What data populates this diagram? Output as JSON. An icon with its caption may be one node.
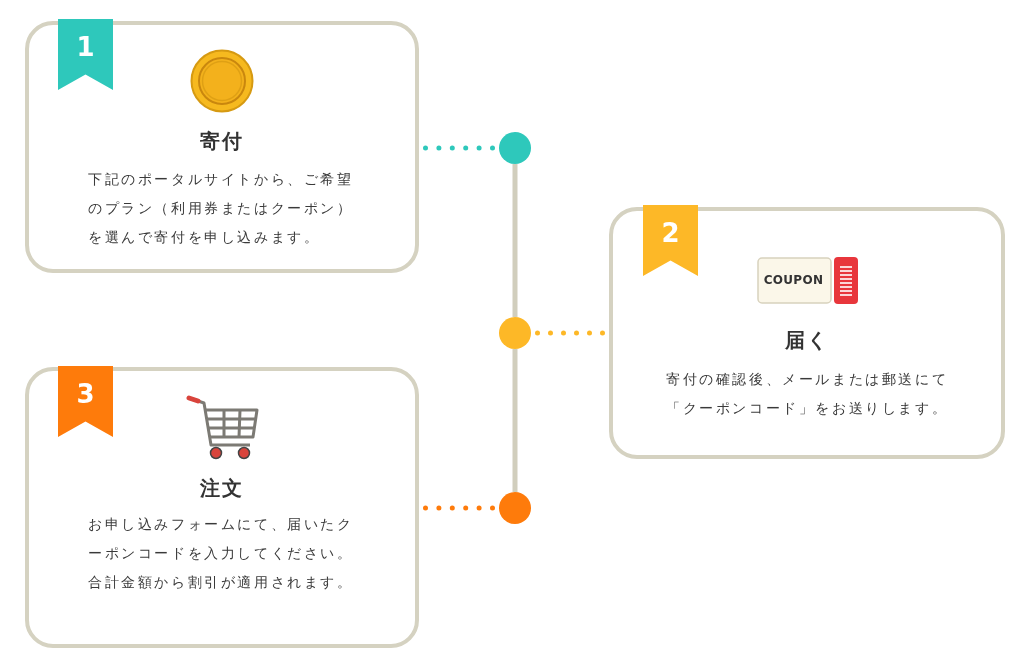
{
  "diagram": {
    "nodes": [
      {
        "text": [
          "寄付",
          "下記のポータルサイトから、ご希望のプラン（利用券またはクーポン）を選んで寄付を申し込みます。"
        ]
      },
      {
        "text": [
          "1"
        ],
        "in": 0
      },
      {
        "text": [
          "届く",
          "寄付の確認後、メールまたは郵送にて「クーポンコード」をお送りします。"
        ]
      },
      {
        "text": [
          "2"
        ],
        "in": 2
      },
      {
        "text": [
          "COUPON"
        ],
        "in": 2
      },
      {
        "text": [
          "注文",
          "お申し込みフォームにて、届いたクーポンコードを入力してください。合計金額から割引が適用されます。"
        ]
      },
      {
        "text": [
          "3"
        ],
        "in": 5
      },
      {
        "text": [],
        "shape": "circle"
      },
      {
        "text": [],
        "shape": "circle"
      },
      {
        "text": [],
        "shape": "circle"
      }
    ],
    "edges": [
      {
        "from": 0,
        "to": 7,
        "arrow": "none",
        "style": "dashed",
        "color": "#2ec8bb"
      },
      {
        "from": 2,
        "to": 8,
        "arrow": "none",
        "style": "dashed",
        "color": "#fdb827"
      },
      {
        "from": 5,
        "to": 9,
        "arrow": "none",
        "style": "dashed",
        "color": "#fe7b0b"
      },
      {
        "from": 7,
        "to": 8,
        "arrow": "none",
        "color": "#d1cebd"
      },
      {
        "from": 8,
        "to": 9,
        "arrow": "none",
        "color": "#d1cebd"
      }
    ]
  }
}
